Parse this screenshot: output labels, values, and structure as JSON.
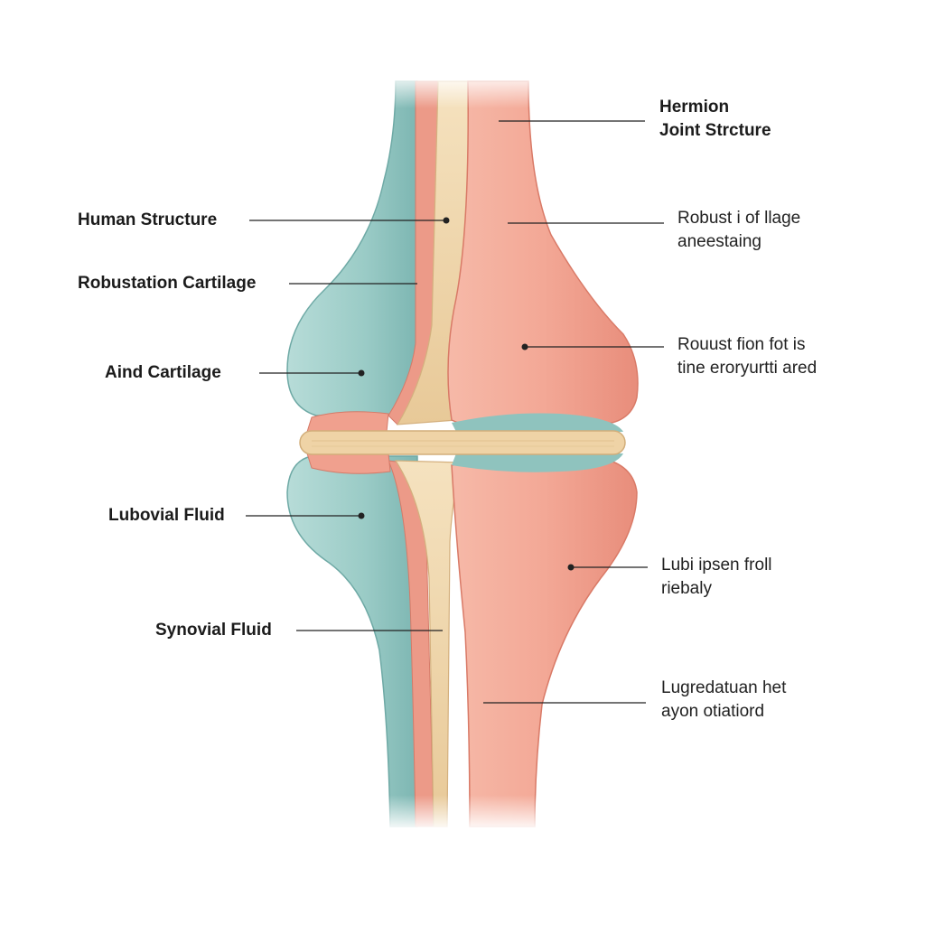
{
  "title": {
    "line1": "Hermion",
    "line2": "Joint Strcture"
  },
  "left_labels": [
    {
      "text": "Human Structure"
    },
    {
      "text": "Robustation Cartilage"
    },
    {
      "text": "Aind Cartilage"
    },
    {
      "text": "Lubovial Fluid"
    },
    {
      "text": "Synovial Fluid"
    }
  ],
  "right_labels": [
    {
      "line1": "Robust i of llage",
      "line2": "aneestaing"
    },
    {
      "line1": "Rouust fion fot is",
      "line2": "tine eroryurtti ared"
    },
    {
      "line1": "Lubi ipsen froll",
      "line2": "riebaly"
    },
    {
      "line1": "Lugredatuan het",
      "line2": "ayon otiatiord"
    }
  ],
  "colors": {
    "teal_tissue": "#9fcfcb",
    "teal_dark": "#7fb8b4",
    "pink_bone": "#f0a594",
    "pink_dark": "#e0806e",
    "cartilage_beige": "#f1d9b0",
    "leader_line": "#222222"
  }
}
